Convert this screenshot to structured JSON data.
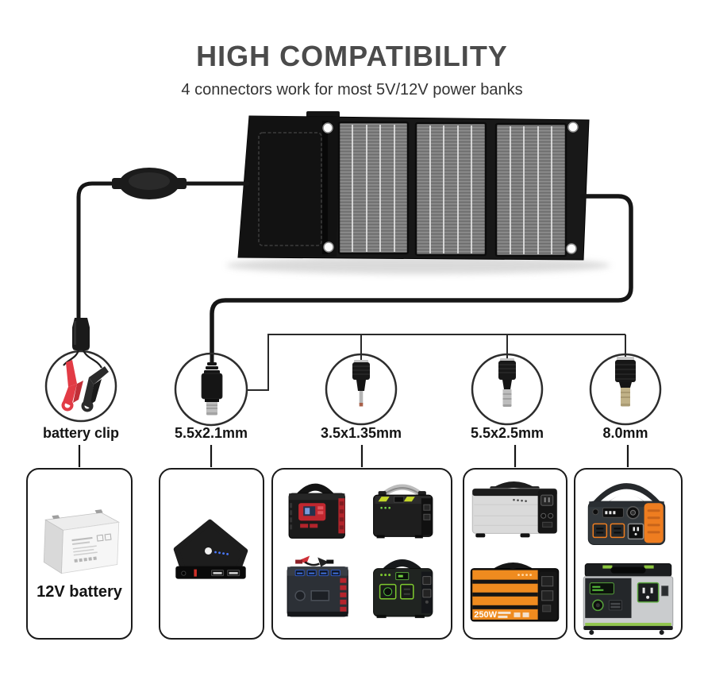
{
  "header": {
    "title": "HIGH COMPATIBILITY",
    "subtitle": "4 connectors work for most 5V/12V power banks"
  },
  "connectors": [
    {
      "label": "battery clip",
      "icon": "battery-clip-icon"
    },
    {
      "label": "5.5x2.1mm",
      "icon": "dc-plug-5521-icon"
    },
    {
      "label": "3.5x1.35mm",
      "icon": "dc-adapter-3513-icon"
    },
    {
      "label": "5.5x2.5mm",
      "icon": "dc-adapter-5525-icon"
    },
    {
      "label": "8.0mm",
      "icon": "dc-adapter-80-icon"
    }
  ],
  "products": {
    "battery_caption": "12V battery",
    "orange_station_text": "250W"
  },
  "icons": [
    "solar-panel-illustration",
    "charge-controller-icon",
    "battery-clip-icon",
    "dc-plug-5521-icon",
    "dc-adapter-3513-icon",
    "dc-adapter-5525-icon",
    "dc-adapter-80-icon",
    "battery-12v-illustration",
    "power-bank-illustration",
    "power-station-grid-illustration",
    "silver-orange-stations-illustration",
    "orange-green-stations-illustration"
  ],
  "colors": {
    "title_gray": "#4b4b4b",
    "text": "#141414",
    "wire": "#161616",
    "clip_red": "#e23b45",
    "accent_red": "#c0272f",
    "accent_orange": "#ef8b1f",
    "accent_green": "#7ec92f",
    "accent_blue": "#4a79ff"
  }
}
